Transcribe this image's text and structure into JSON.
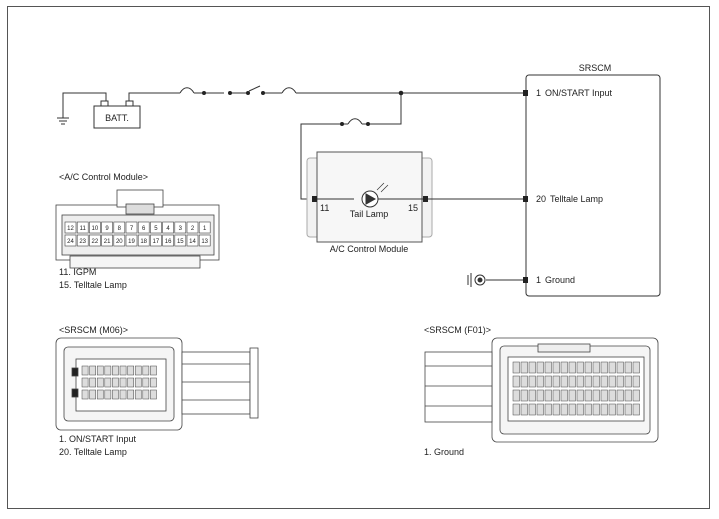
{
  "batt_label": "BATT.",
  "srscm_title": "SRSCM",
  "srscm_pins": [
    {
      "no": "1",
      "label": "ON/START Input"
    },
    {
      "no": "20",
      "label": "Telltale Lamp"
    },
    {
      "no": "1",
      "label": "Ground"
    }
  ],
  "acm": {
    "box_label": "A/C Control Module",
    "pin_left": "11",
    "pin_right": "15",
    "lamp_label": "Tail Lamp"
  },
  "connectors": {
    "acm": {
      "title": "<A/C Control Module>",
      "row1": [
        "12",
        "11",
        "10",
        "9",
        "8",
        "7",
        "6",
        "5",
        "4",
        "3",
        "2",
        "1"
      ],
      "row2": [
        "24",
        "23",
        "22",
        "21",
        "20",
        "19",
        "18",
        "17",
        "16",
        "15",
        "14",
        "13"
      ],
      "notes": [
        "11. IGPM",
        "15. Telltale Lamp"
      ]
    },
    "m06": {
      "title": "<SRSCM (M06)>",
      "notes": [
        "1. ON/START Input",
        "20. Telltale Lamp"
      ]
    },
    "f01": {
      "title": "<SRSCM (F01)>",
      "notes": [
        "1. Ground"
      ]
    }
  }
}
